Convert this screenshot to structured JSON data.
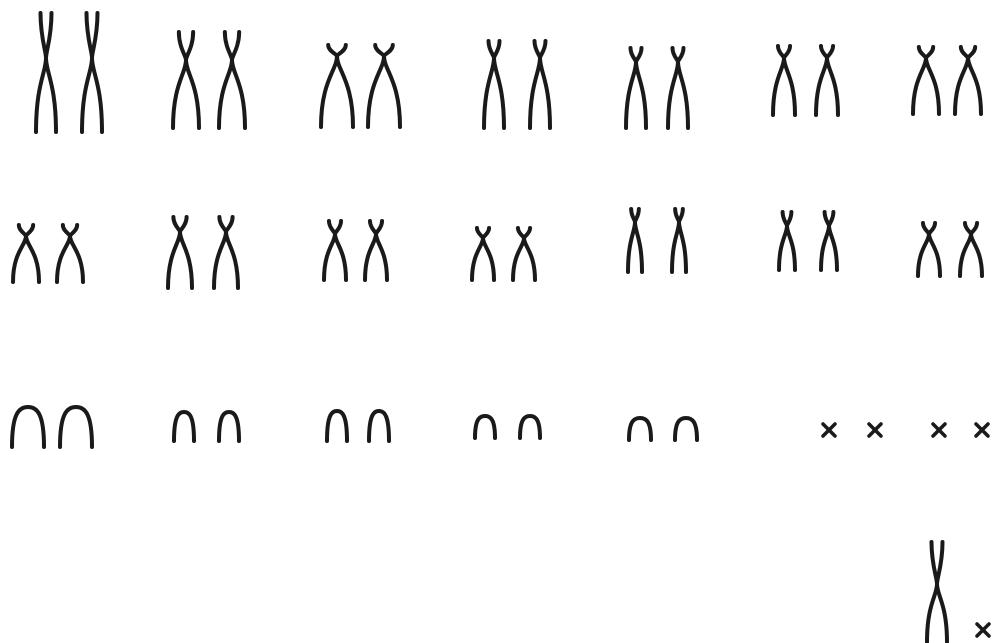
{
  "figure": {
    "subject": "karyotype",
    "stroke_color": "#1a1a1a",
    "background": "#ffffff",
    "rows": [
      {
        "row": 1,
        "pairs": [
          "pair-1",
          "pair-2",
          "pair-3",
          "pair-4",
          "pair-5",
          "pair-6",
          "pair-7"
        ]
      },
      {
        "row": 2,
        "pairs": [
          "pair-8",
          "pair-9",
          "pair-10",
          "pair-11",
          "pair-12",
          "pair-13",
          "pair-14"
        ]
      },
      {
        "row": 3,
        "pairs": [
          "pair-15",
          "pair-16",
          "pair-17",
          "pair-18",
          "pair-19",
          "pair-20",
          "pair-21"
        ]
      },
      {
        "row": 4,
        "pairs": [
          "sex-chromosomes-xy"
        ]
      }
    ]
  }
}
